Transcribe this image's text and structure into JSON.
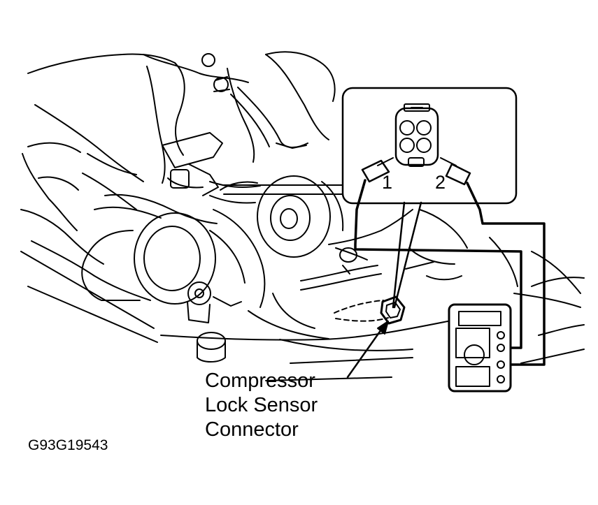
{
  "callout": {
    "line1": "Compressor",
    "line2": "Lock Sensor",
    "line3": "Connector"
  },
  "figure_id": "G93G19543",
  "connector": {
    "pin1": "1",
    "pin2": "2"
  },
  "colors": {
    "ink": "#000000",
    "paper": "#ffffff"
  }
}
